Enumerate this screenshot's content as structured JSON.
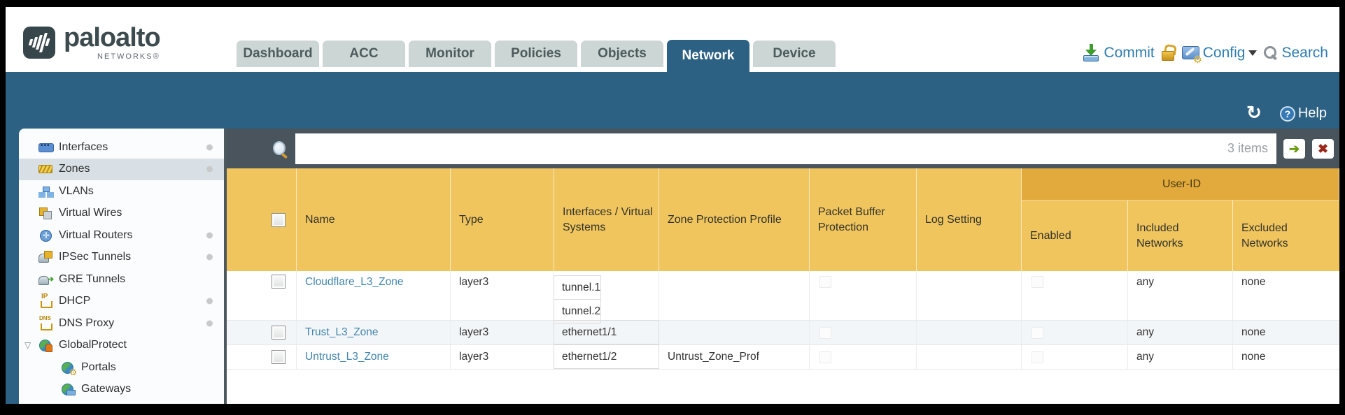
{
  "brand": {
    "name": "paloalto",
    "sub": "NETWORKS®"
  },
  "chrome": {
    "tabs": [
      {
        "label": "Dashboard",
        "active": false
      },
      {
        "label": "ACC",
        "active": false
      },
      {
        "label": "Monitor",
        "active": false
      },
      {
        "label": "Policies",
        "active": false
      },
      {
        "label": "Objects",
        "active": false
      },
      {
        "label": "Network",
        "active": true
      },
      {
        "label": "Device",
        "active": false
      }
    ],
    "actions": {
      "commit": "Commit",
      "config": "Config",
      "search": "Search"
    },
    "help_label": "Help",
    "refresh_glyph": "↻"
  },
  "toolbar": {
    "items_count": "3 items",
    "search_value": "",
    "arrow_glyph": "➔",
    "close_glyph": "✖"
  },
  "sidebar": {
    "items": [
      {
        "label": "Interfaces",
        "icon": "interfaces-icon",
        "dot": true,
        "selected": false
      },
      {
        "label": "Zones",
        "icon": "zones-icon",
        "dot": true,
        "selected": true
      },
      {
        "label": "VLANs",
        "icon": "vlans-icon",
        "dot": false,
        "selected": false
      },
      {
        "label": "Virtual Wires",
        "icon": "virtual-wires-icon",
        "dot": false,
        "selected": false
      },
      {
        "label": "Virtual Routers",
        "icon": "virtual-routers-icon",
        "dot": true,
        "selected": false
      },
      {
        "label": "IPSec Tunnels",
        "icon": "ipsec-tunnels-icon",
        "dot": true,
        "selected": false
      },
      {
        "label": "GRE Tunnels",
        "icon": "gre-tunnels-icon",
        "dot": false,
        "selected": false
      },
      {
        "label": "DHCP",
        "icon": "dhcp-icon",
        "dot": true,
        "selected": false
      },
      {
        "label": "DNS Proxy",
        "icon": "dns-proxy-icon",
        "dot": true,
        "selected": false
      },
      {
        "label": "GlobalProtect",
        "icon": "globalprotect-icon",
        "dot": false,
        "selected": false,
        "expanded": true,
        "children": [
          {
            "label": "Portals",
            "icon": "portals-icon"
          },
          {
            "label": "Gateways",
            "icon": "gateways-icon"
          }
        ]
      }
    ]
  },
  "table": {
    "group_header": "User-ID",
    "columns": [
      "Name",
      "Type",
      "Interfaces / Virtual Systems",
      "Zone Protection Profile",
      "Packet Buffer Protection",
      "Log Setting",
      "Enabled",
      "Included Networks",
      "Excluded Networks"
    ],
    "rows": [
      {
        "name": "Cloudflare_L3_Zone",
        "type": "layer3",
        "interfaces": [
          "tunnel.1",
          "tunnel.2"
        ],
        "zone_protection_profile": "",
        "packet_buffer_protection_checked": false,
        "log_setting": "",
        "user_id_enabled_checked": false,
        "included_networks": "any",
        "excluded_networks": "none"
      },
      {
        "name": "Trust_L3_Zone",
        "type": "layer3",
        "interfaces": [
          "ethernet1/1"
        ],
        "zone_protection_profile": "",
        "packet_buffer_protection_checked": false,
        "log_setting": "",
        "user_id_enabled_checked": false,
        "included_networks": "any",
        "excluded_networks": "none"
      },
      {
        "name": "Untrust_L3_Zone",
        "type": "layer3",
        "interfaces": [
          "ethernet1/2"
        ],
        "zone_protection_profile": "Untrust_Zone_Prof",
        "packet_buffer_protection_checked": false,
        "log_setting": "",
        "user_id_enabled_checked": false,
        "included_networks": "any",
        "excluded_networks": "none"
      }
    ]
  },
  "colors": {
    "teal_band": "#2d6183",
    "table_header_gold": "#f0c55e",
    "user_id_band_gold": "#e2a93c",
    "toolbar_dark": "#4a545c",
    "link_blue": "#4286ad",
    "action_blue": "#2e7cb0",
    "inactive_tab": "#ccd6d4"
  }
}
